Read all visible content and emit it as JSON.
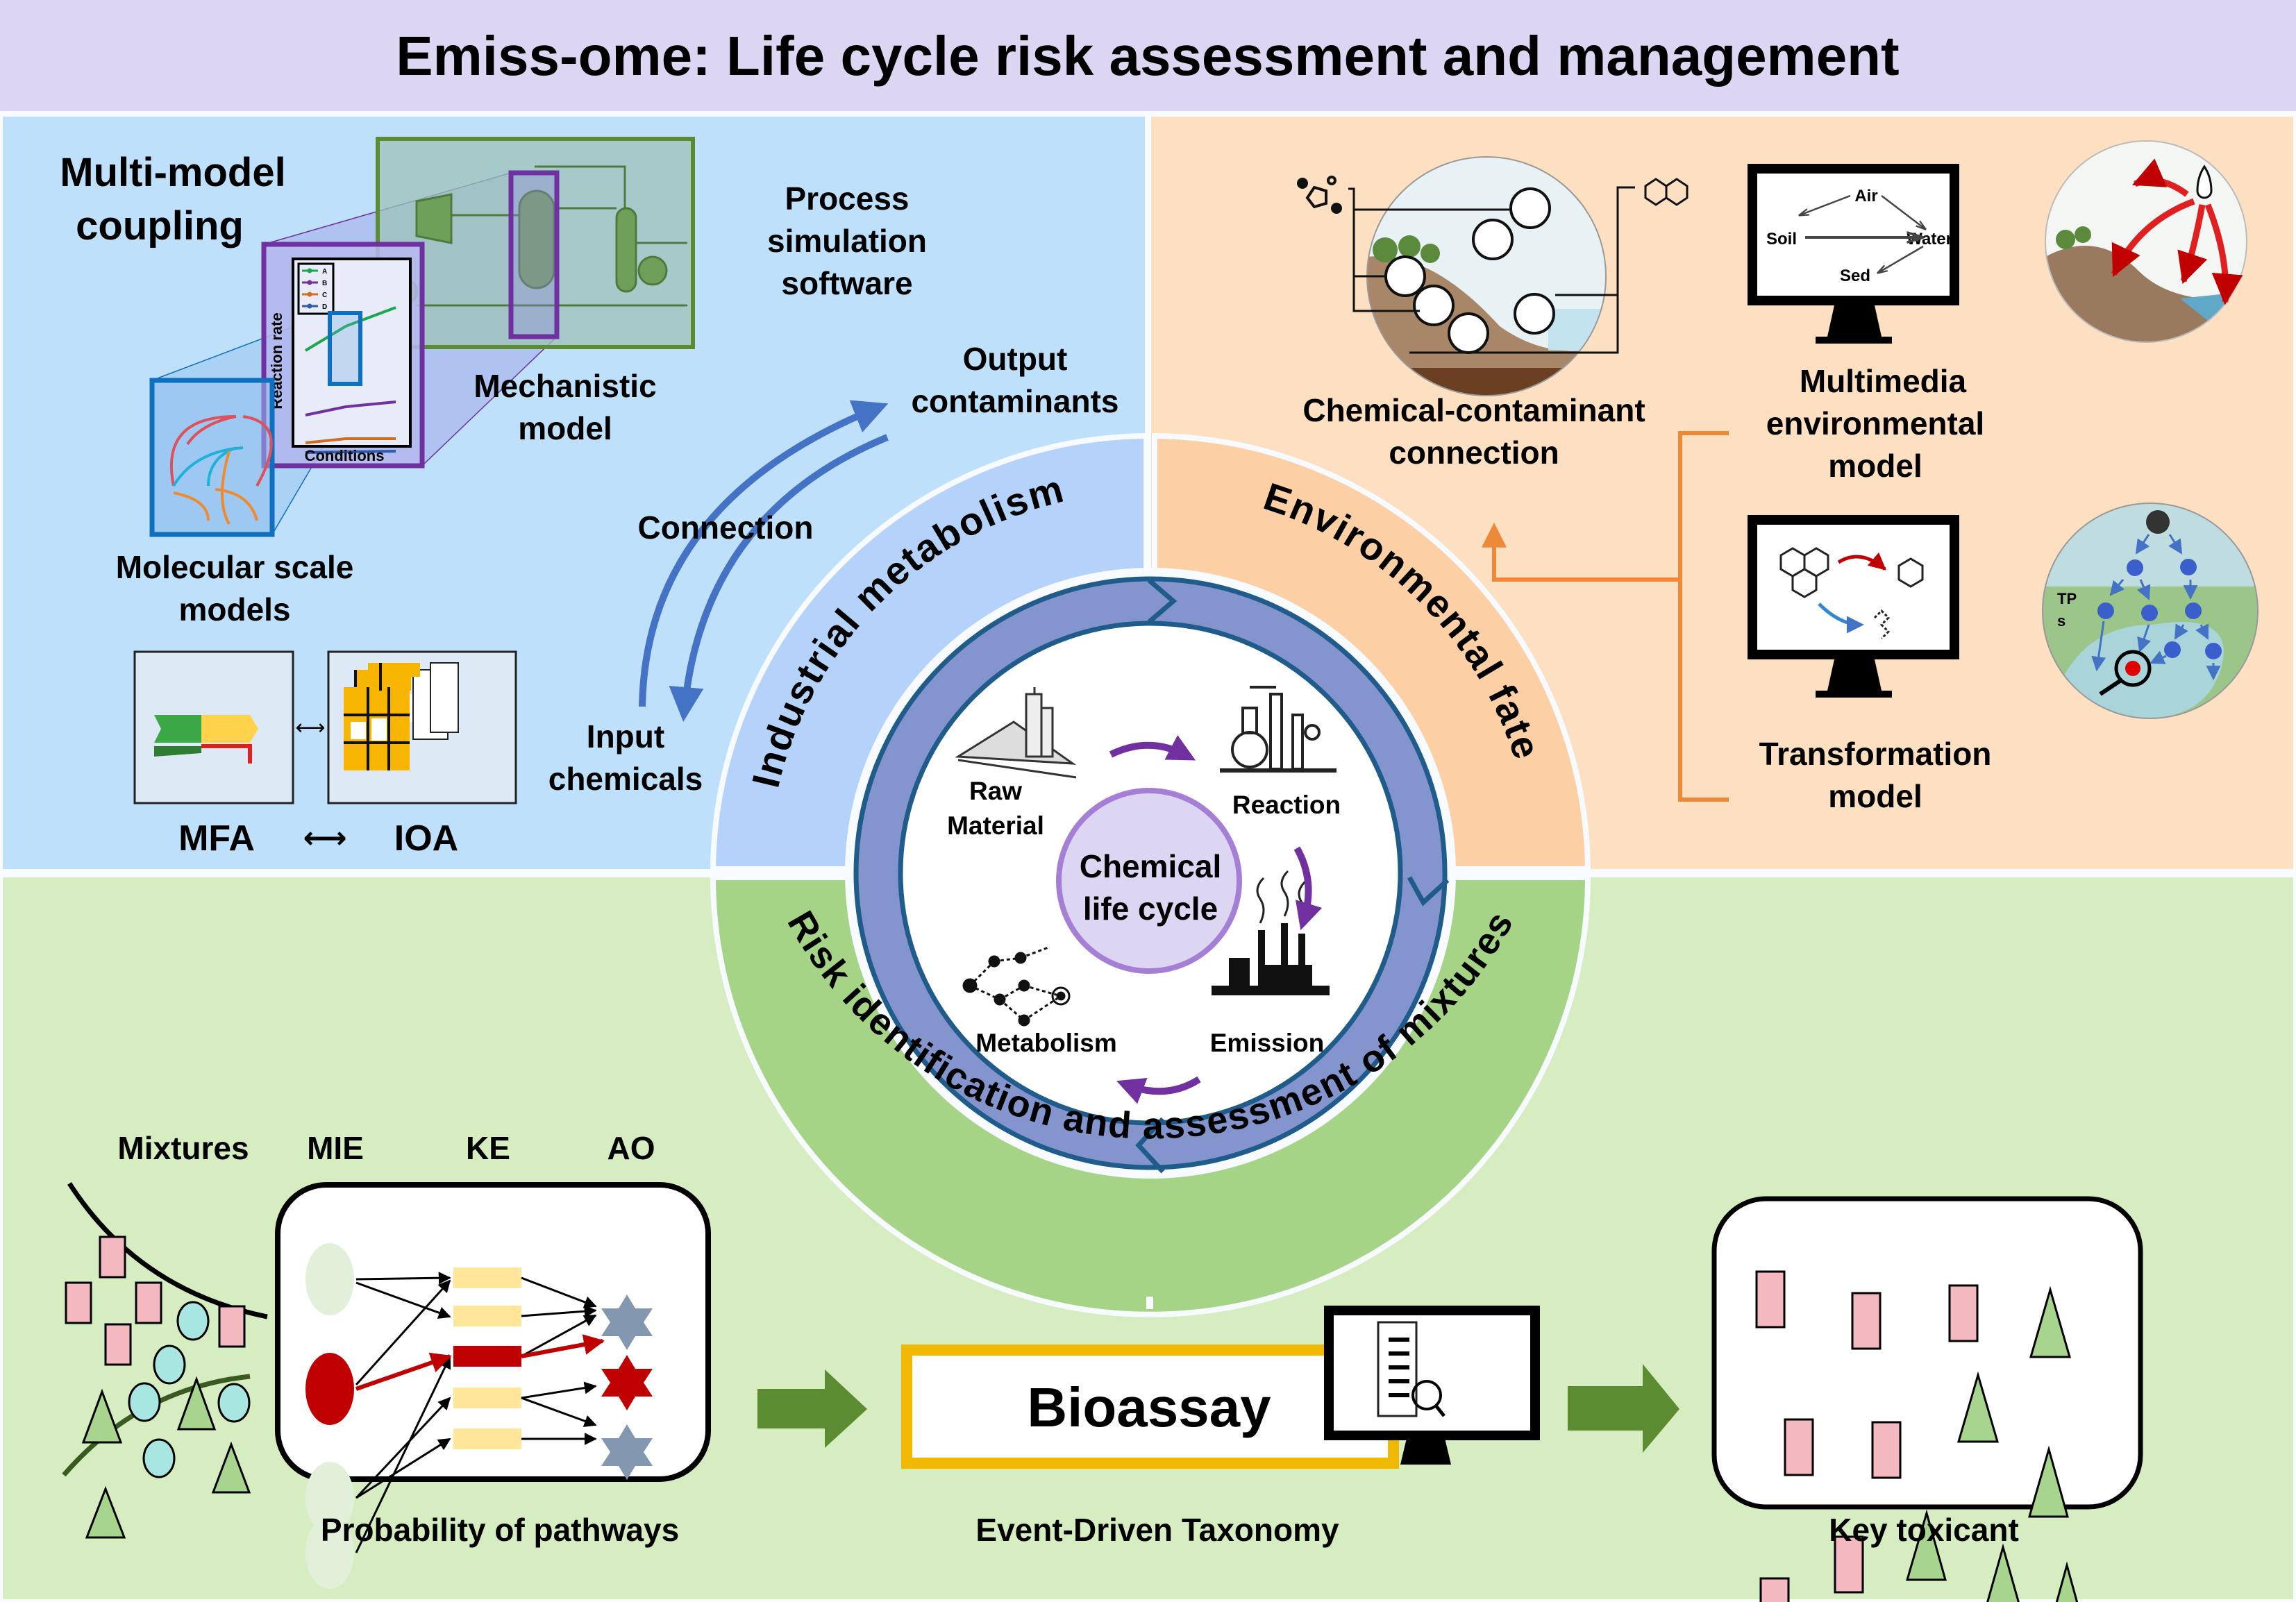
{
  "title": "Emiss-ome: Life cycle risk assessment and management",
  "colors": {
    "title_bg": "#DDD6F3",
    "industrial_panel": "#BFE0FB",
    "industrial_ring": "#B5D3FA",
    "environmental_panel": "#FDDFC2",
    "environmental_ring": "#FDCFA5",
    "risk_panel": "#D6EDC1",
    "risk_ring": "#A6D486",
    "lifecycle_band": "#8494CC",
    "lifecycle_border": "#1F5C8B",
    "center_circle": "#DDD6F3",
    "center_border": "#A57FD6",
    "cycle_arrow": "#7030A0",
    "connection_arrow": "#4472C4",
    "bracket": "#ED8A3A",
    "flow_arrow": "#5B8C31",
    "bioassay_border": "#F0B800",
    "highlight_red": "#C00000"
  },
  "industrial": {
    "heading_line1": "Multi-model",
    "heading_line2": "coupling",
    "process_label": [
      "Process",
      "simulation",
      "software"
    ],
    "mechanistic_label": [
      "Mechanistic",
      "model"
    ],
    "molecular_label": [
      "Molecular scale",
      "models"
    ],
    "chart_ylabel": "Reaction rate",
    "chart_xlabel": "Conditions",
    "chart_legend": [
      "A",
      "B",
      "C",
      "D"
    ],
    "output_label": [
      "Output",
      "contaminants"
    ],
    "connection_label": "Connection",
    "input_label": [
      "Input",
      "chemicals"
    ],
    "mfa_label": "MFA",
    "ioa_label": "IOA",
    "double_arrow": "⟷",
    "ring_label": "Industrial metabolism"
  },
  "environmental": {
    "connection_label": [
      "Chemical-contaminant",
      "connection"
    ],
    "multimedia_label": [
      "Multimedia",
      "environmental",
      "model"
    ],
    "compartments": [
      "Air",
      "Soil",
      "Water",
      "Sed"
    ],
    "transformation_label": [
      "Transformation",
      "model"
    ],
    "tps_label": [
      "TP",
      "s"
    ],
    "ring_label": "Environmental fate"
  },
  "lifecycle": {
    "center_label": [
      "Chemical",
      "life cycle"
    ],
    "stages": [
      "Raw",
      "Material",
      "Reaction",
      "Emission",
      "Metabolism"
    ]
  },
  "risk": {
    "ring_label": "Risk identification and assessment of mixtures",
    "column_labels": [
      "Mixtures",
      "MIE",
      "KE",
      "AO"
    ],
    "pathways_label": "Probability of pathways",
    "bioassay_label": "Bioassay",
    "taxonomy_label": "Event-Driven Taxonomy",
    "key_toxicant_label": "Key toxicant"
  }
}
